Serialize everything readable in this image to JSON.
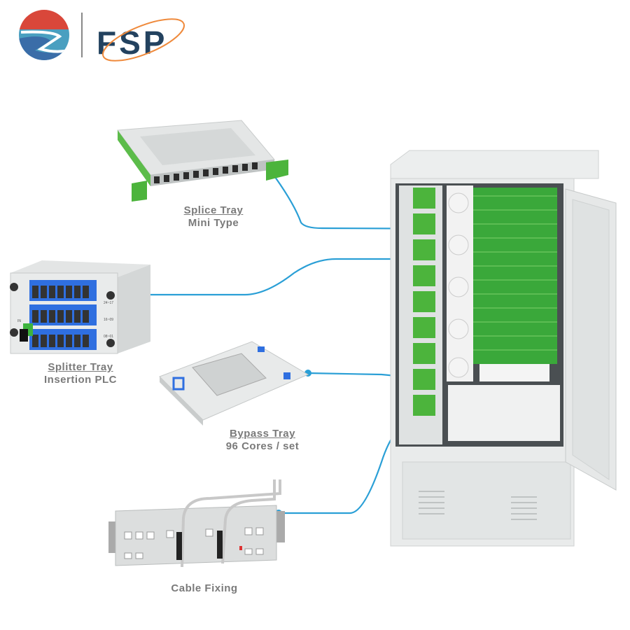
{
  "logo": {
    "brand_text": "FSP"
  },
  "colors": {
    "connector": "#2a9fd6",
    "label": "#7a7a7a",
    "tray_green": "#3db33d",
    "adapter_blue": "#2f6fe0",
    "logo_red": "#d9473a",
    "logo_blue": "#3a6da8",
    "logo_orange": "#ef8a3c",
    "logo_navy": "#23425f"
  },
  "components": [
    {
      "id": "splice-tray",
      "line1": "Splice Tray",
      "line2": "Mini Type"
    },
    {
      "id": "splitter-tray",
      "line1": "Splitter Tray",
      "line2": "Insertion PLC",
      "port_labels": [
        "24~17",
        "16~09",
        "08~01",
        "IN"
      ]
    },
    {
      "id": "bypass-tray",
      "line1": "Bypass Tray",
      "line2": "96 Cores / set"
    },
    {
      "id": "cable-fixing",
      "line1": "Cable Fixing"
    }
  ]
}
